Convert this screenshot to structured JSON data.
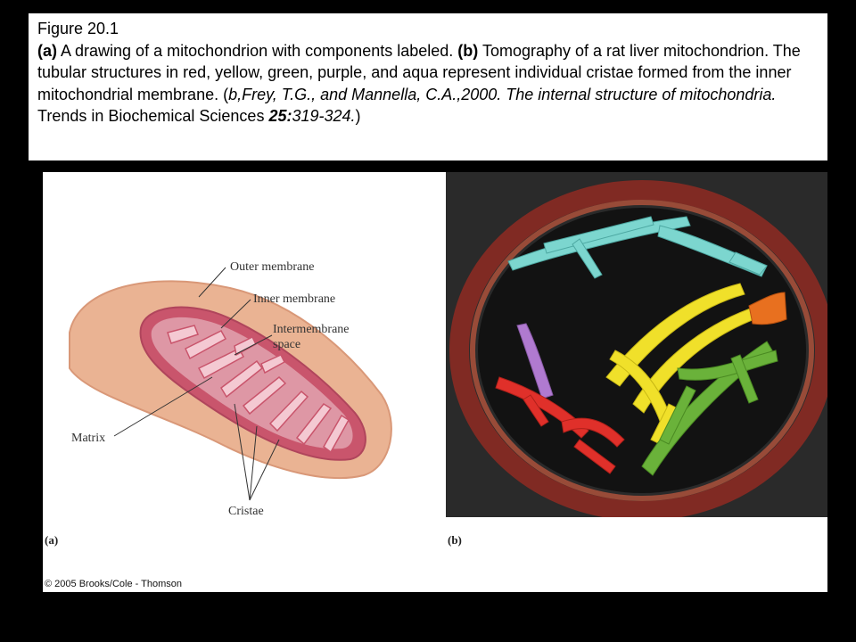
{
  "caption": {
    "figure_number": "Figure 20.1",
    "part_a_tag": "(a)",
    "part_a_text": " A drawing of a mitochondrion with components labeled. ",
    "part_b_tag": "(b)",
    "part_b_text": " Tomography of a rat liver mitochondrion. The tubular structures in red, yellow, green, purple, and aqua represent individual cristae formed from the inner mitochondrial membrane. (",
    "citation_b": "b,",
    "citation_authors": "Frey, T.G., and Mannella, C.A.,2000. The internal structure of mitochondria.",
    "citation_journal": " Trends in Biochemical Sciences ",
    "citation_volume": "25:",
    "citation_pages": "319-324.",
    "citation_close": ")"
  },
  "diagram": {
    "labels": {
      "outer_membrane": "Outer membrane",
      "inner_membrane": "Inner membrane",
      "intermembrane_1": "Intermembrane",
      "intermembrane_2": "space",
      "matrix": "Matrix",
      "cristae": "Cristae"
    },
    "panel_a_letter": "(a)",
    "panel_b_letter": "(b)"
  },
  "credit": "© 2005 Brooks/Cole - Thomson",
  "colors": {
    "background": "#000000",
    "outer_membrane": "#e9b08f",
    "inner_membrane": "#c7566d",
    "matrix": "#d88a99",
    "tomography_bg": "#2d2d2d",
    "cristae_aqua": "#7cd6cf",
    "cristae_yellow": "#f0e02a",
    "cristae_green": "#6ab23a",
    "cristae_red": "#e0302a",
    "cristae_purple": "#b07ad0",
    "cristae_orange": "#e8701f"
  }
}
